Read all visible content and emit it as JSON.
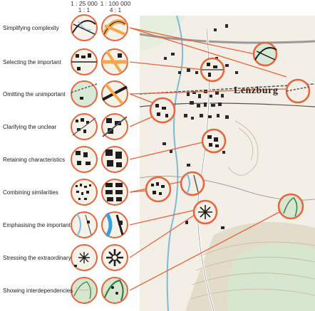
{
  "header": {
    "scale_left": "1 : 25 000",
    "ratio_left": "1 : 1",
    "scale_right": "1 : 100 000",
    "ratio_right": "4 : 1"
  },
  "principles": [
    {
      "label": "Simplifying complexity"
    },
    {
      "label": "Selecting the important"
    },
    {
      "label": "Omitting the unimportant"
    },
    {
      "label": "Clarifying the unclear"
    },
    {
      "label": "Retaining characteristics"
    },
    {
      "label": "Combining similarities"
    },
    {
      "label": "Emphasising the important"
    },
    {
      "label": "Stressing the extraordinary"
    },
    {
      "label": "Showing interdependencies"
    }
  ],
  "map": {
    "town_name": "Lenzburg"
  },
  "colors": {
    "connector": "#e8643a",
    "map_bg": "#f3efe6",
    "water": "#cfe8dc",
    "forest": "#d6e6cf",
    "road_fill": "#f7a64a",
    "buildings": "#1e1e1e",
    "relief": "#d9d2c2"
  }
}
